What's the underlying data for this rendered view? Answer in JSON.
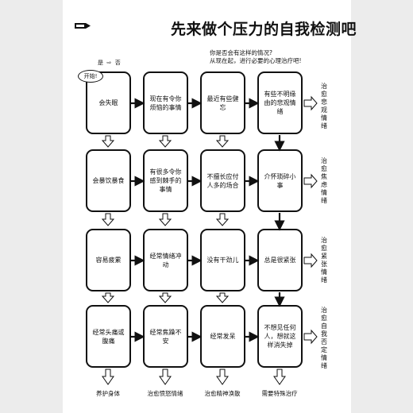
{
  "title": "先来做个压力的自我检测吧",
  "legend": {
    "yes": "是",
    "no": "否"
  },
  "intro": [
    "你是否会有这样的情况?",
    "从现在起，进行必要的心理治疗吧!"
  ],
  "start": "开始!",
  "boxes": [
    [
      "会失眠",
      "现在有令你烦恼的事情",
      "最近有些健忘",
      "有些不明缘由的悲观情绪"
    ],
    [
      "会暴饮暴食",
      "有很多令你感到棘手的事情",
      "不擅长应付人多的场合",
      "介怀琐碎小事"
    ],
    [
      "容易疲累",
      "经常情绪冲动",
      "没有干劲儿",
      "总是很紧张"
    ],
    [
      "经常头痛或腹痛",
      "经常焦躁不安",
      "经常发呆",
      "不想见任何人，想就这样消失掉"
    ]
  ],
  "right_labels": [
    "治愈悲观情绪",
    "治愈焦虑情绪",
    "治愈紧张情绪",
    "治愈自我否定情绪"
  ],
  "bottom_labels": [
    "养护身体",
    "治愈愤怒情绪",
    "治愈精神涣散",
    "需要特殊治疗"
  ]
}
